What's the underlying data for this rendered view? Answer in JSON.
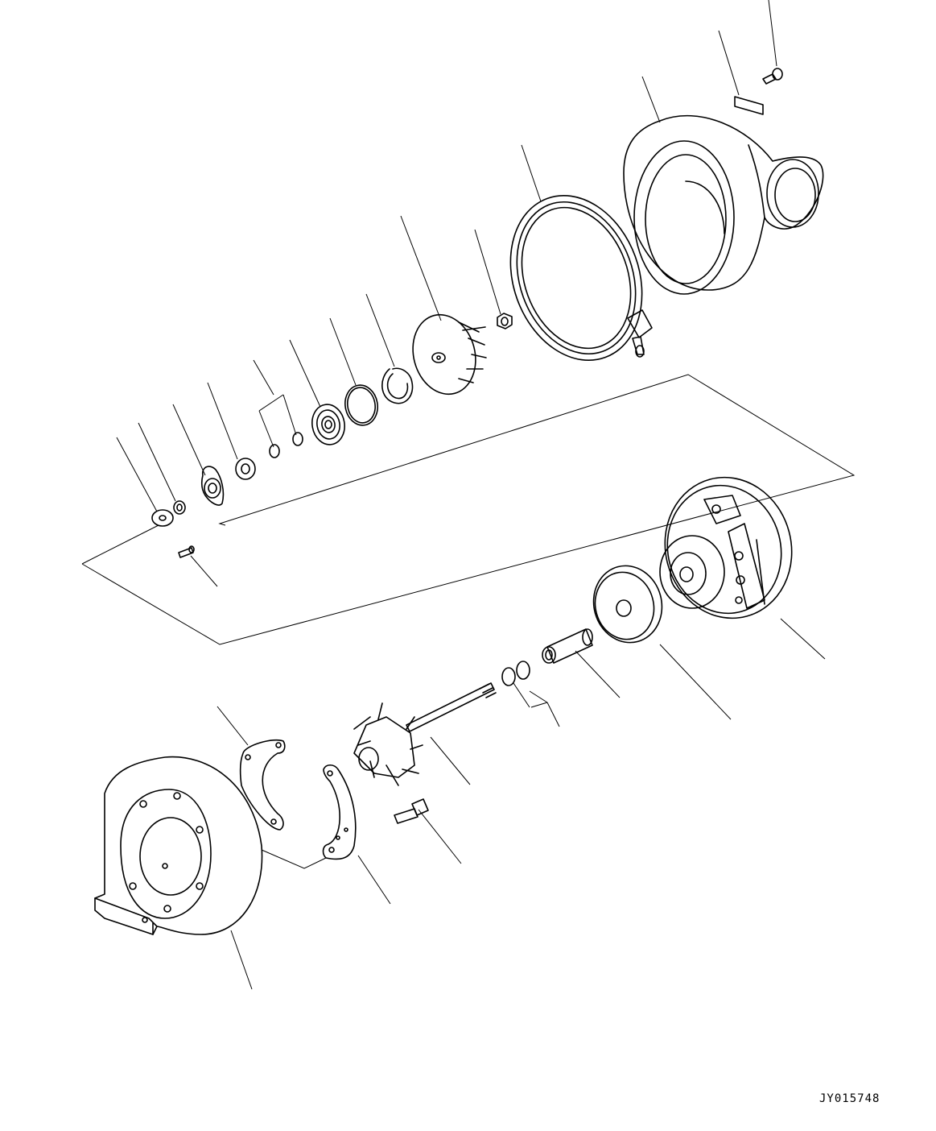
{
  "drawing": {
    "type": "exploded-parts-diagram",
    "subject": "turbocharger-assembly",
    "line_color": "#000000",
    "background": "#ffffff",
    "id_label": "JY015748"
  },
  "parts": [
    {
      "name": "compressor-housing-bolt"
    },
    {
      "name": "nameplate"
    },
    {
      "name": "compressor-housing"
    },
    {
      "name": "v-band-clamp"
    },
    {
      "name": "impeller-nut"
    },
    {
      "name": "compressor-impeller"
    },
    {
      "name": "snap-ring"
    },
    {
      "name": "o-ring"
    },
    {
      "name": "seal-plate"
    },
    {
      "name": "piston-rings"
    },
    {
      "name": "thrust-collar"
    },
    {
      "name": "thrust-bearing"
    },
    {
      "name": "thrust-washer"
    },
    {
      "name": "washer"
    },
    {
      "name": "pin"
    },
    {
      "name": "center-housing"
    },
    {
      "name": "heat-shield"
    },
    {
      "name": "journal-bearing"
    },
    {
      "name": "bearing-snap-rings"
    },
    {
      "name": "turbine-wheel-shaft"
    },
    {
      "name": "lock-plate"
    },
    {
      "name": "clamp-plate"
    },
    {
      "name": "turbine-housing-bolt"
    },
    {
      "name": "turbine-housing"
    }
  ]
}
